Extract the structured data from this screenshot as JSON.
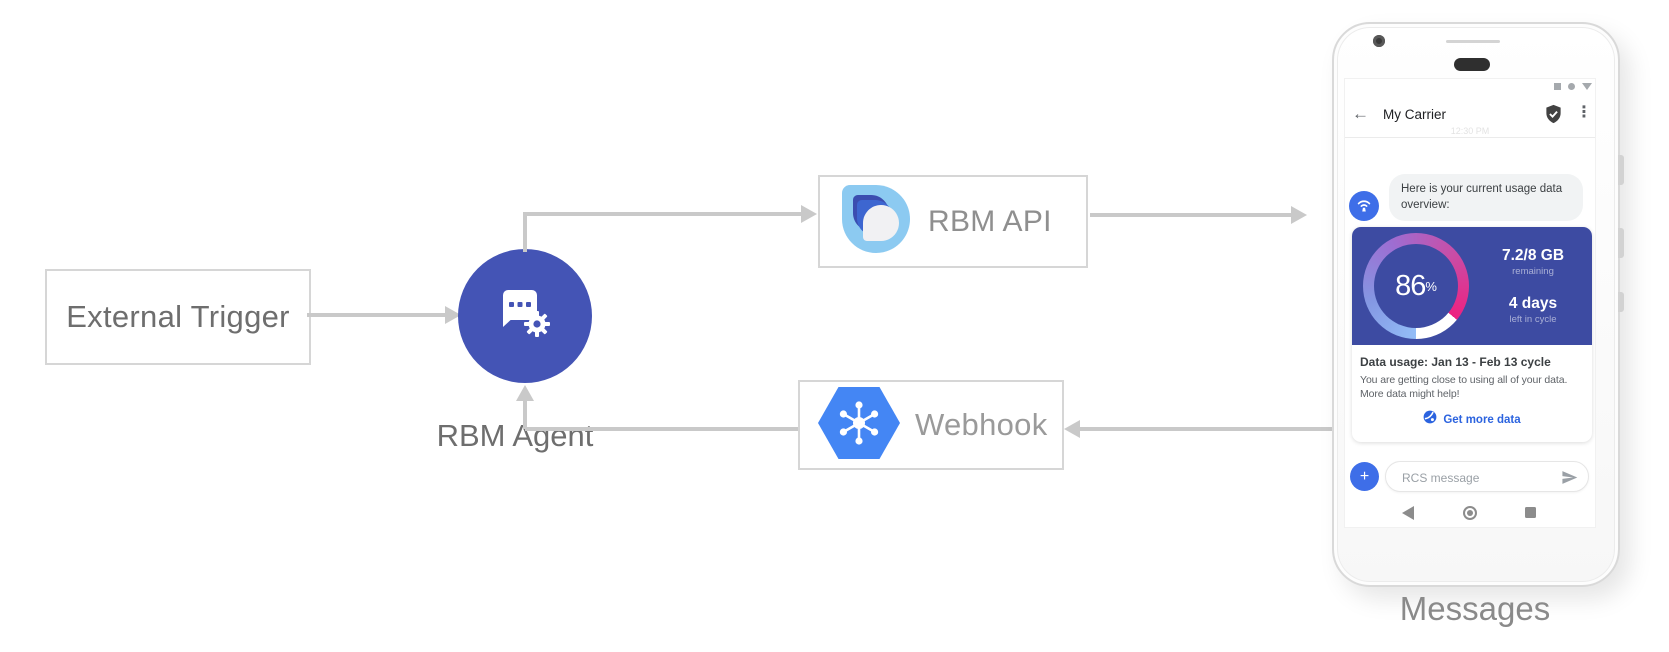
{
  "diagram": {
    "nodes": {
      "external_trigger": "External Trigger",
      "rbm_agent": "RBM Agent",
      "rbm_api": "RBM API",
      "webhook": "Webhook"
    },
    "phone_caption": "Messages"
  },
  "phone": {
    "status_icons": [
      "square",
      "circle",
      "triangle"
    ],
    "header": {
      "back_icon": "←",
      "title": "My Carrier",
      "verified_icon": "shield-check",
      "menu_icon": "⋮"
    },
    "timestamp": "12:30 PM",
    "chat_bubble": "Here is your current usage data overview:",
    "usage_card": {
      "percent": 86,
      "percent_text": "86",
      "percent_unit": "%",
      "remaining_value": "7.2/8 GB",
      "remaining_label": "remaining",
      "cycle_value": "4 days",
      "cycle_label": "left in cycle",
      "title": "Data usage: Jan 13 - Feb 13 cycle",
      "body": "You are getting close to using all of your data. More data might help!",
      "action_label": "Get more data"
    },
    "composer": {
      "plus_label": "+",
      "placeholder": "RCS message"
    }
  },
  "colors": {
    "agent_circle": "#4454b5",
    "card_blue": "#3d4ba2",
    "chat_blue": "#3e6ee8",
    "action_blue": "#2b63df",
    "arrow_gray": "#c9c9c9"
  }
}
